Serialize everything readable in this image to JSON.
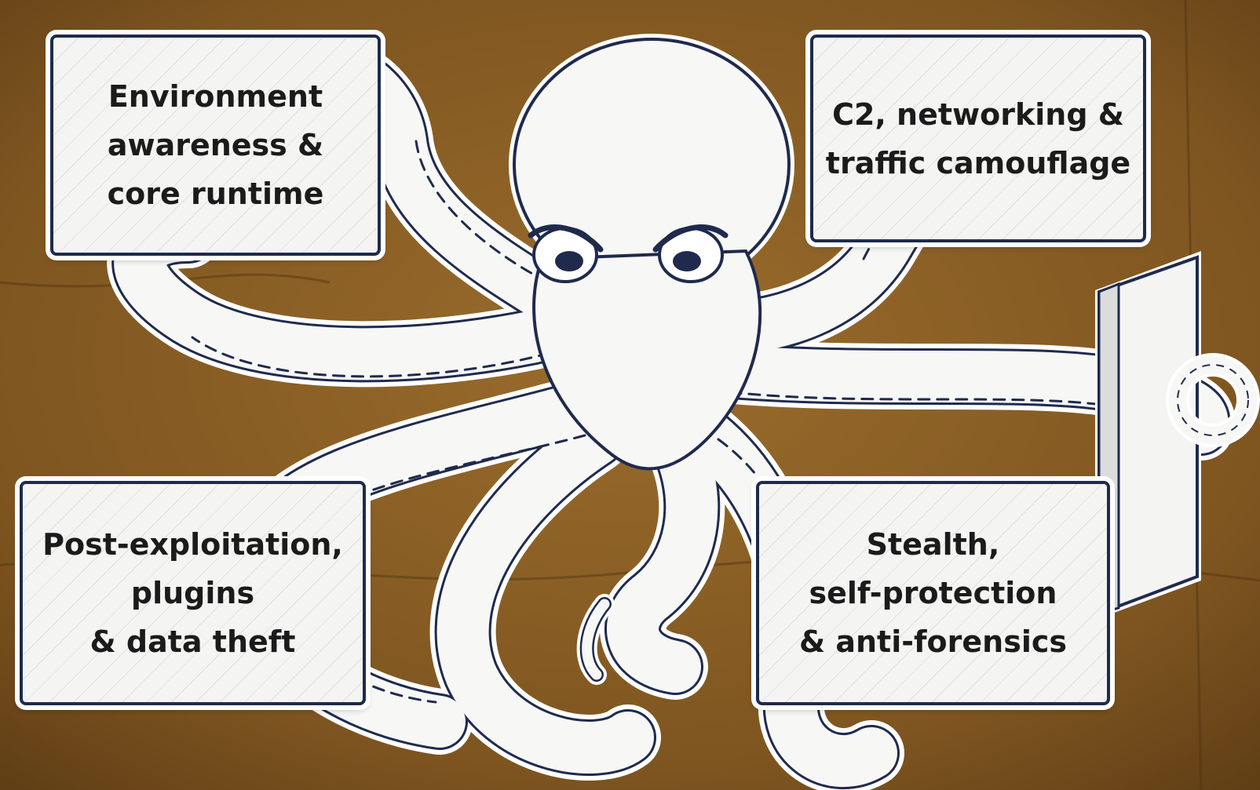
{
  "colors": {
    "background": "#8a5f24",
    "outline": "#1f2a4d",
    "octopus": "#f7f7f5",
    "card_fill": "#f4f4f2"
  },
  "figure": {
    "subject": "octopus-icon",
    "held_object": "panel-icon"
  },
  "cards": {
    "environment": "Environment\nawareness &\ncore runtime",
    "c2": "C2, networking &\ntraffic camouflage",
    "post_exploitation": "Post-exploitation,\nplugins\n& data theft",
    "stealth": "Stealth,\nself-protection\n& anti-forensics"
  }
}
